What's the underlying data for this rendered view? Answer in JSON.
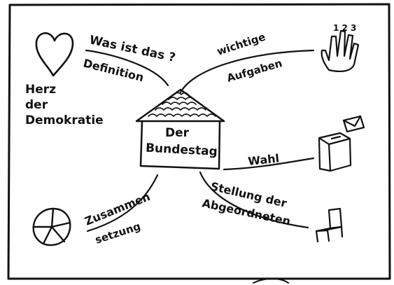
{
  "diagram": {
    "center": {
      "line1": "Der",
      "line2": "Bundestag"
    },
    "branches": {
      "was_ist_das": {
        "label": "Was ist das ?",
        "sublabel": "Definition"
      },
      "aufgaben": {
        "label": "wichtige",
        "sublabel": "Aufgaben",
        "hand_numbers": "1 2 3"
      },
      "wahl": {
        "label": "Wahl"
      },
      "stellung": {
        "label": "Stellung der",
        "sublabel": "Abgeordneten"
      },
      "zusammensetzung": {
        "label": "Zusammen",
        "sublabel": "setzung"
      },
      "herz": {
        "line1": "Herz",
        "line2": "der",
        "line3": "Demokratie"
      }
    },
    "colors": {
      "ink": "#111111",
      "paper": "#ffffff"
    },
    "icons": [
      "heart-icon",
      "hand-icon",
      "ballot-box-icon",
      "chair-icon",
      "pie-chart-icon",
      "house-icon"
    ]
  }
}
